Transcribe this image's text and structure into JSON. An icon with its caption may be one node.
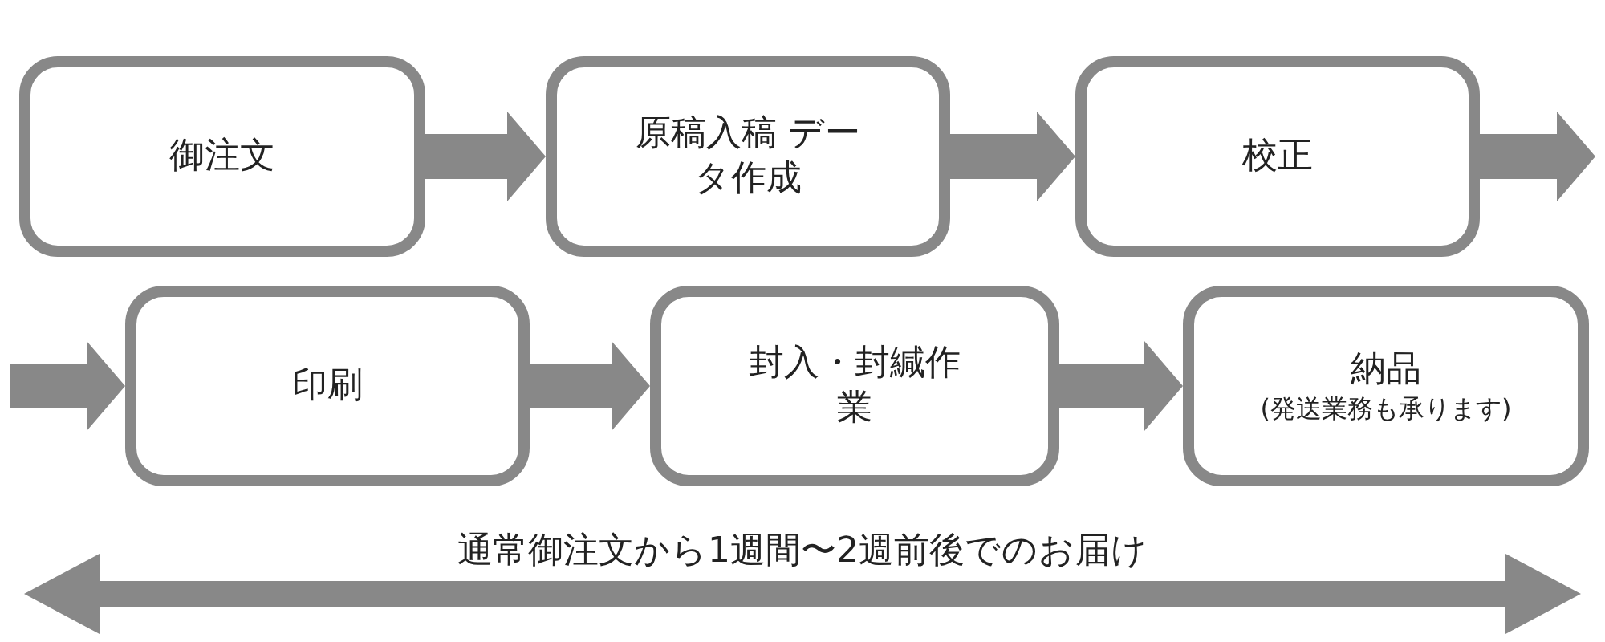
{
  "diagram": {
    "nodes": [
      {
        "text": [
          "御注文"
        ]
      },
      {
        "text": [
          "原稿入稿 データ作成"
        ]
      },
      {
        "text": [
          "校正"
        ]
      },
      {
        "text": [
          "印刷"
        ]
      },
      {
        "text": [
          "封入・封緘作業"
        ]
      },
      {
        "text": [
          "納品",
          "(発送業務も承ります)"
        ]
      }
    ],
    "edges": [
      {
        "from": 0,
        "to": 1,
        "arrow": "to"
      },
      {
        "from": 1,
        "to": 2,
        "arrow": "to"
      },
      {
        "from": 2,
        "to": null,
        "arrow": "to"
      },
      {
        "from": null,
        "to": 3,
        "arrow": "to"
      },
      {
        "from": 3,
        "to": 4,
        "arrow": "to"
      },
      {
        "from": 4,
        "to": 5,
        "arrow": "to"
      }
    ],
    "labels": [
      "通常御注文から1週間〜2週前後でのお届け"
    ]
  }
}
